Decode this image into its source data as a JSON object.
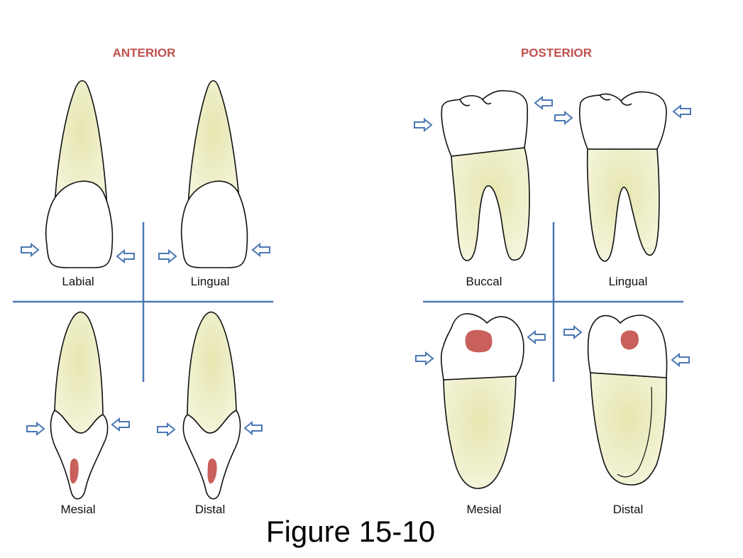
{
  "anterior": {
    "title": "ANTERIOR",
    "labels": {
      "labial": "Labial",
      "lingual": "Lingual",
      "mesial": "Mesial",
      "distal": "Distal"
    }
  },
  "posterior": {
    "title": "POSTERIOR",
    "labels": {
      "buccal": "Buccal",
      "lingual": "Lingual",
      "mesial": "Mesial",
      "distal": "Distal"
    }
  },
  "figure_caption": "Figure 15-10",
  "colors": {
    "section_title": "#c0504d",
    "root_fill": "#efefc6",
    "crown_fill": "#ffffff",
    "pulp_fill": "#c9605b",
    "divider": "#4a78b5",
    "arrow": "#4a78b5",
    "outline": "#111111"
  }
}
